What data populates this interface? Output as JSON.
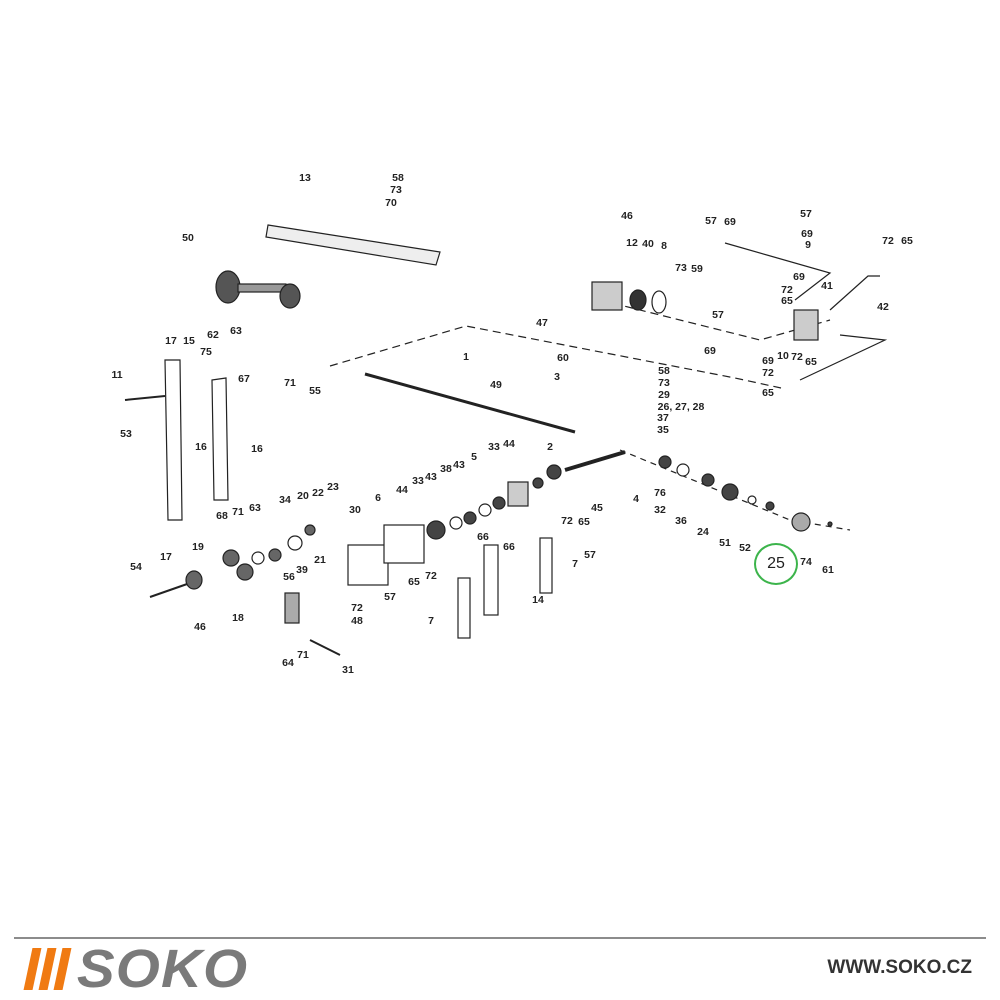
{
  "brand": {
    "logo_text": "SOKO",
    "url": "WWW.SOKO.CZ",
    "accent": "#f07a12",
    "highlight": "#3cb44b"
  },
  "highlighted_part": "25",
  "callouts": [
    "13",
    "58",
    "73",
    "70",
    "50",
    "46",
    "12",
    "40",
    "8",
    "57",
    "69",
    "57",
    "69",
    "9",
    "72",
    "65",
    "73",
    "59",
    "69",
    "72",
    "65",
    "41",
    "42",
    "47",
    "57",
    "69",
    "10",
    "72",
    "65",
    "69",
    "72",
    "65",
    "17",
    "15",
    "62",
    "63",
    "75",
    "11",
    "67",
    "71",
    "55",
    "53",
    "16",
    "16",
    "1",
    "60",
    "3",
    "49",
    "58",
    "73",
    "29",
    "26, 27, 28",
    "37",
    "35",
    "33",
    "44",
    "2",
    "5",
    "43",
    "38",
    "43",
    "44",
    "33",
    "6",
    "4",
    "76",
    "32",
    "36",
    "24",
    "51",
    "52",
    "74",
    "61",
    "45",
    "72",
    "65",
    "66",
    "66",
    "57",
    "7",
    "14",
    "65",
    "72",
    "7",
    "57",
    "30",
    "34",
    "20",
    "22",
    "23",
    "68",
    "71",
    "63",
    "21",
    "39",
    "56",
    "19",
    "17",
    "54",
    "46",
    "18",
    "72",
    "48",
    "64",
    "71",
    "31"
  ]
}
